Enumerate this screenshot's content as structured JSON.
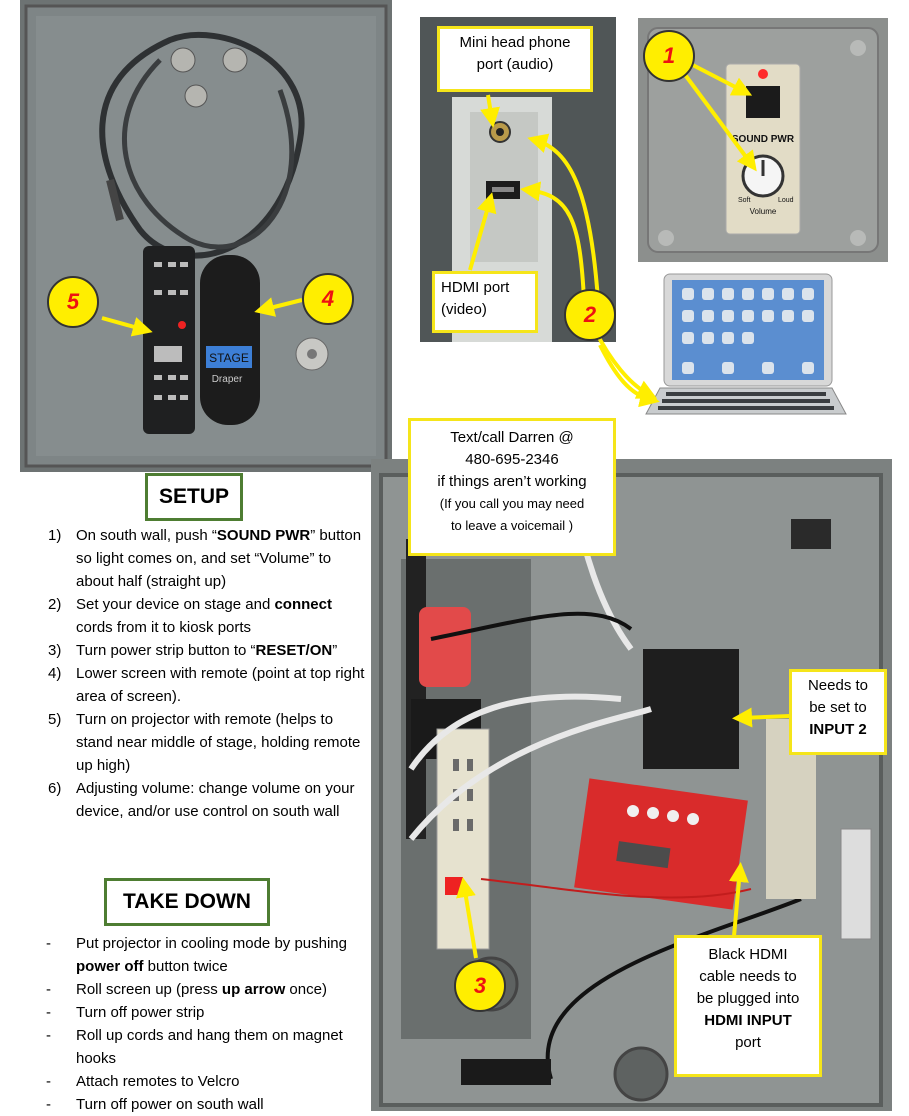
{
  "labels": {
    "headphone_port": "Mini head phone port (audio)",
    "hdmi_port_line1": "HDMI port",
    "hdmi_port_line2": "(video)",
    "contact_line1": "Text/call Darren @",
    "contact_line2": "480-695-2346",
    "contact_line3": "if things aren’t working",
    "contact_line4": "(If you call you may need",
    "contact_line5": "to leave a voicemail )",
    "input2_line1": "Needs to",
    "input2_line2": "be set to",
    "input2_line3": "INPUT 2",
    "hdmi_input_line1": "Black HDMI",
    "hdmi_input_line2": "cable needs to",
    "hdmi_input_line3": "be plugged into",
    "hdmi_input_line4": "HDMI INPUT",
    "hdmi_input_line5": "port"
  },
  "photo_text": {
    "sound_pwr": "SOUND PWR",
    "soft": "Soft",
    "loud": "Loud",
    "volume": "Volume",
    "stage": "STAGE",
    "draper": "Draper"
  },
  "markers": [
    "1",
    "2",
    "3",
    "4",
    "5"
  ],
  "setup": {
    "title": "SETUP",
    "steps": [
      {
        "num": "1)",
        "parts": [
          "On south wall, push “",
          "SOUND PWR",
          "” button so light comes on, and set “Volume” to about half (straight up)"
        ]
      },
      {
        "num": "2)",
        "parts": [
          "Set your device on stage and ",
          "connect",
          " cords from it to kiosk ports"
        ]
      },
      {
        "num": "3)",
        "parts": [
          "Turn power strip button to “",
          "RESET/ON",
          "”"
        ]
      },
      {
        "num": "4)",
        "parts": [
          "Lower screen with remote (point at top right area of screen).",
          "",
          ""
        ]
      },
      {
        "num": "5)",
        "parts": [
          "Turn on projector with remote (helps to stand near middle of stage, holding remote up high)",
          "",
          ""
        ]
      },
      {
        "num": "6)",
        "parts": [
          "Adjusting volume: change volume on your device, and/or use control on south wall",
          "",
          ""
        ]
      }
    ]
  },
  "takedown": {
    "title": "TAKE DOWN",
    "items": [
      {
        "dash": "-",
        "parts": [
          "Put projector in cooling mode by pushing ",
          "power off",
          " button twice"
        ]
      },
      {
        "dash": "-",
        "parts": [
          "Roll screen up (press ",
          "up arrow",
          " once)"
        ]
      },
      {
        "dash": "-",
        "parts": [
          "Turn off power strip",
          "",
          ""
        ]
      },
      {
        "dash": "-",
        "parts": [
          "Roll up cords and hang them on magnet hooks",
          "",
          ""
        ]
      },
      {
        "dash": "-",
        "parts": [
          "Attach remotes to Velcro",
          "",
          ""
        ]
      },
      {
        "dash": "-",
        "parts": [
          "Turn off power on south wall",
          "",
          ""
        ]
      }
    ]
  },
  "colors": {
    "callout_border": "#f5e51a",
    "heading_border": "#4e7d32",
    "marker_fill": "#ffee00",
    "marker_text": "#e11111"
  }
}
